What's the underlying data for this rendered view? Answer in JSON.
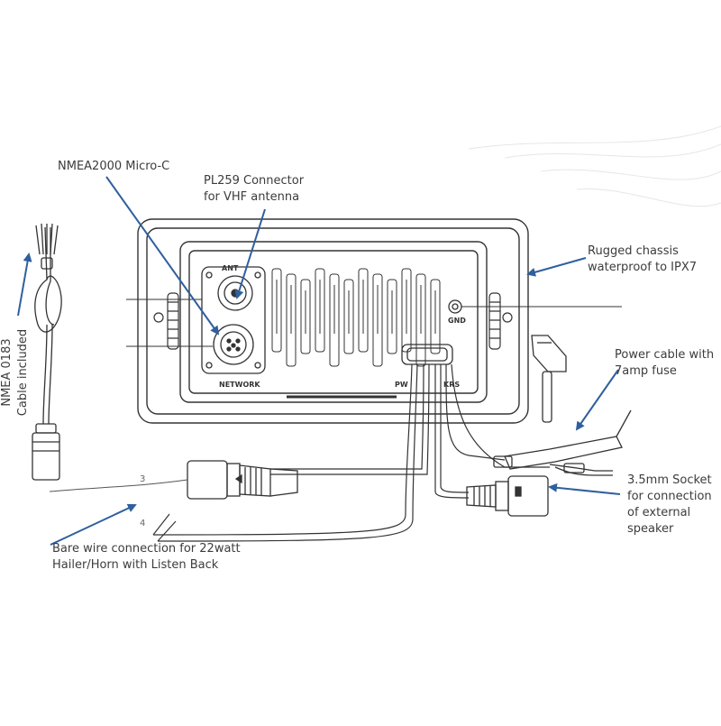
{
  "diagram": {
    "labels": {
      "nmea2000": "NMEA2000 Micro-C",
      "pl259": [
        "PL259 Connector",
        "for VHF antenna"
      ],
      "chassis": [
        "Rugged chassis",
        "waterproof to IPX7"
      ],
      "power": [
        "Power cable with",
        "7amp fuse"
      ],
      "socket": [
        "3.5mm Socket",
        "for connection",
        "of external",
        "speaker"
      ],
      "bare_wire": [
        "Bare wire connection for 22watt",
        "Hailer/Horn with Listen Back"
      ],
      "nmea0183": [
        "NMEA 0183",
        "Cable included"
      ]
    },
    "panel_text": {
      "ant": "ANT",
      "gnd": "GND",
      "network": "NETWORK",
      "pwr": "PW",
      "spkrs": "KRS",
      "wire_3": "3",
      "wire_4": "4"
    },
    "colors": {
      "arrow": "#2f5f9e",
      "line": "#333333",
      "label": "#3c3c3c"
    }
  }
}
